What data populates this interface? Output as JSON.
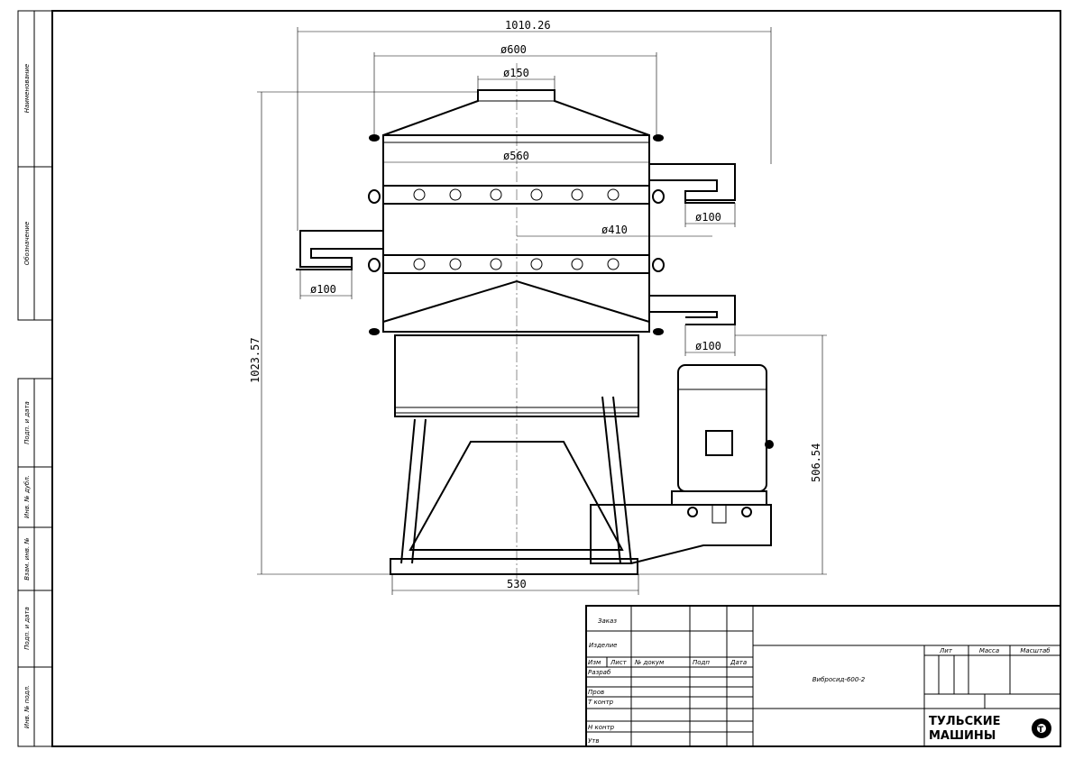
{
  "side_stamp": {
    "top": [
      "Наименование",
      "Обозначение"
    ],
    "bottom": [
      "Подп. и дата",
      "Инв. № дубл.",
      "Взам. инв. №",
      "Подп. и дата",
      "Инв. № подл."
    ]
  },
  "dimensions": {
    "overall_width": "1010.26",
    "d600": "ø600",
    "d150": "ø150",
    "d560": "ø560",
    "d100_right_top": "ø100",
    "d410": "ø410",
    "d100_left": "ø100",
    "d100_right_bottom": "ø100",
    "overall_height": "1023.57",
    "motor_height": "506.54",
    "base_width": "530"
  },
  "title_block": {
    "order": "Заказ",
    "product": "Изделие",
    "headers": [
      "Изм",
      "Лист",
      "№ докум",
      "Подп",
      "Дата"
    ],
    "roles": [
      "Разраб",
      "Пров",
      "Т контр",
      "Н контр",
      "Утв"
    ],
    "drawing_title": "Вибросид-600-2",
    "lit": "Лит",
    "mass": "Масса",
    "scale": "Масштаб",
    "company": "ТУЛЬСКИЕ МАШИНЫ"
  }
}
